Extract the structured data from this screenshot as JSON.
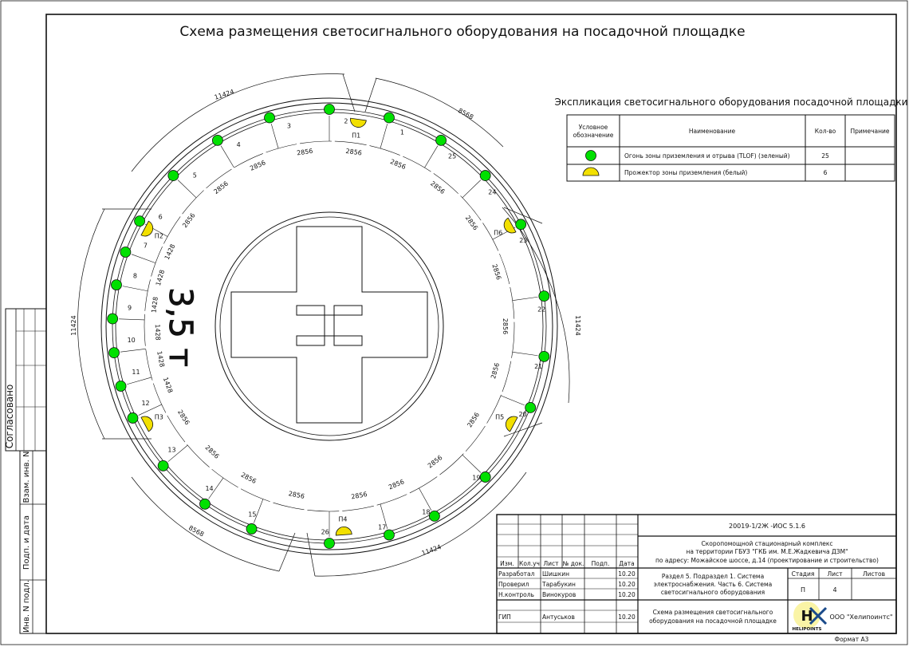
{
  "title": "Схема размещения светосигнального оборудования на посадочной площадке",
  "explication": {
    "title": "Экспликация светосигнального оборудования посадочной площадки",
    "headers": [
      "Условное обозначение",
      "Наименование",
      "Кол-во",
      "Примечание"
    ],
    "rows": [
      {
        "symbol": "green-circle",
        "name": "Огонь зоны приземления и отрыва (TLOF) (зеленый)",
        "qty": "25",
        "note": ""
      },
      {
        "symbol": "yellow-half",
        "name": "Прожектор зоны приземления (белый)",
        "qty": "6",
        "note": ""
      }
    ]
  },
  "lights": {
    "labels": [
      "1",
      "2",
      "3",
      "4",
      "5",
      "6",
      "7",
      "8",
      "9",
      "10",
      "11",
      "12",
      "13",
      "14",
      "15",
      "26",
      "17",
      "18",
      "19",
      "20",
      "21",
      "22",
      "23",
      "24",
      "25"
    ]
  },
  "floodlights": {
    "labels": [
      "П1",
      "П2",
      "П3",
      "П4",
      "П5",
      "П6"
    ]
  },
  "dimensions": {
    "outer_diag": "11424",
    "outer_short": "8568",
    "ring_step": "2856",
    "inner_step": "1428"
  },
  "marking": "3,5 т",
  "left_strip": {
    "agreed": "Согласовано",
    "swap_inv": "Взам. инв. N",
    "sign_date": "Подп. и дата",
    "inv_orig": "Инв. N подл."
  },
  "stamp": {
    "doc_code": "20019-1/2Ж -ИОС 5.1.6",
    "project": [
      "Скоропомощной стационарный комплекс",
      "на территории ГБУЗ \"ГКБ им. М.Е.Жадкевича ДЗМ\"",
      "по адресу: Можайское шоссе, д.14 (проектирование и строительство)"
    ],
    "section": [
      "Раздел 5. Подраздел 1. Система",
      "электроснабжения. Часть 6. Система",
      "светосигнального оборудования"
    ],
    "sheet_name": [
      "Схема размещения светосигнального",
      "оборудования на посадочной площадке"
    ],
    "cols": [
      "Изм.",
      "Кол.уч",
      "Лист",
      "№ док.",
      "Подп.",
      "Дата"
    ],
    "people": [
      {
        "role": "Разработал",
        "name": "Шишкин",
        "date": "10.20"
      },
      {
        "role": "Проверил",
        "name": "Тарабукин",
        "date": "10.20"
      },
      {
        "role": "Н.контроль",
        "name": "Винокуров",
        "date": "10.20"
      },
      {
        "role": "ГИП",
        "name": "Антуськов",
        "date": "10.20"
      }
    ],
    "stage_header": "Стадия",
    "sheet_header": "Лист",
    "sheets_header": "Листов",
    "stage": "П",
    "sheet": "4",
    "sheets": "",
    "company": "ООО \"Хелипоинтс\"",
    "logo_text": "HELIPOINTS"
  },
  "format": "Формат А3",
  "colors": {
    "tlof_light": "#00e000",
    "floodlight": "#f2e000",
    "line": "#111111"
  }
}
